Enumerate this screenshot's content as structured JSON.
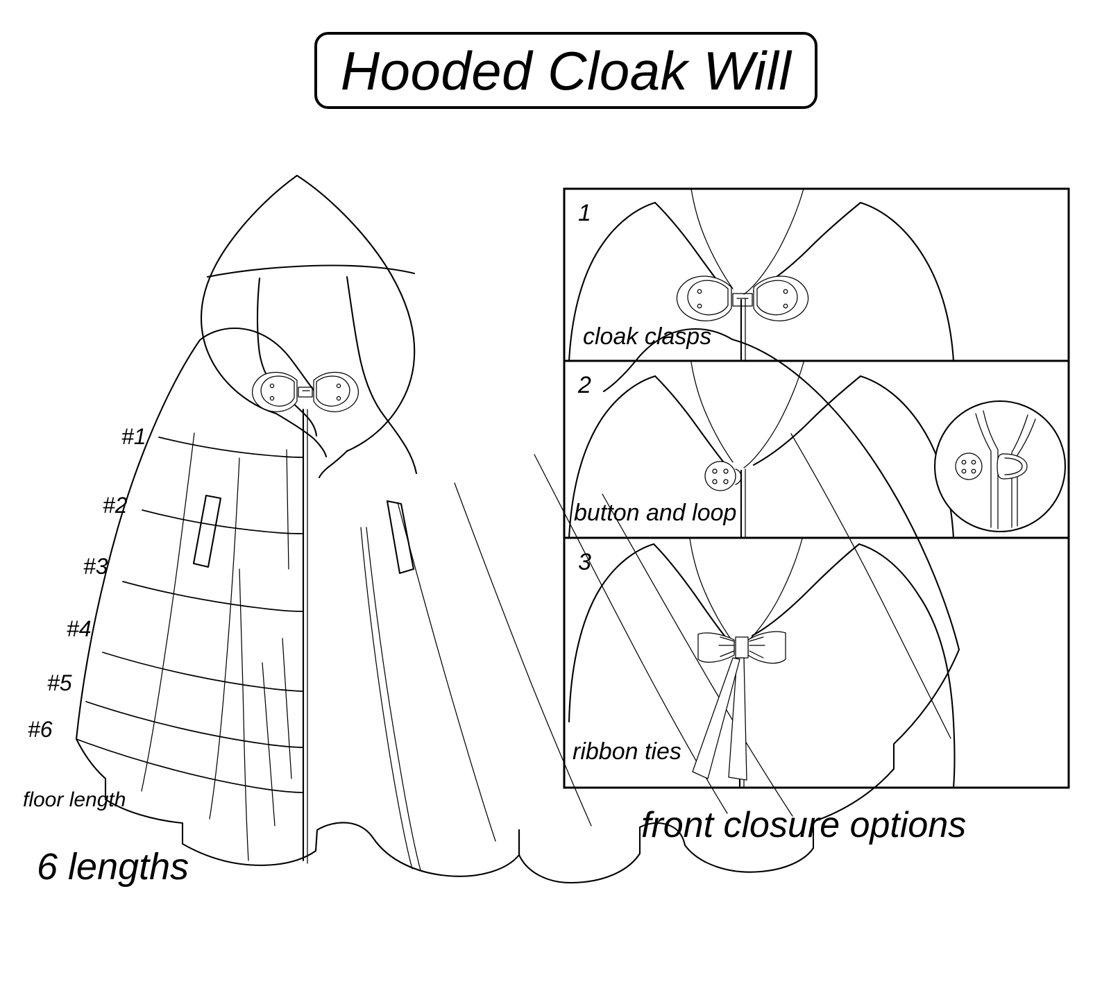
{
  "title": {
    "text": "Hooded Cloak Will"
  },
  "main_illustration": {
    "name": "hooded-cloak-technical-flat",
    "length_labels": [
      {
        "id": "1",
        "text": "#1"
      },
      {
        "id": "2",
        "text": "#2"
      },
      {
        "id": "3",
        "text": "#3"
      },
      {
        "id": "4",
        "text": "#4"
      },
      {
        "id": "5",
        "text": "#5"
      },
      {
        "id": "6",
        "text": "#6"
      }
    ],
    "floor_length_label": "floor length",
    "caption": "6 lengths",
    "features": [
      "pointed-hood",
      "cloak-clasp-closure",
      "welt-pocket-slit-left",
      "welt-pocket-slit-right",
      "center-front-opening",
      "scalloped-hem"
    ]
  },
  "closure_options": {
    "caption": "front closure options",
    "panels": [
      {
        "number": "1",
        "label": "cloak clasps",
        "icon": "cloak-clasp-icon",
        "has_detail_inset": false
      },
      {
        "number": "2",
        "label": "button and loop",
        "icon": "button-loop-icon",
        "has_detail_inset": true,
        "detail_inset_name": "button-and-loop-detail-circle"
      },
      {
        "number": "3",
        "label": "ribbon ties",
        "icon": "ribbon-bow-icon",
        "has_detail_inset": false
      }
    ]
  },
  "colors": {
    "ink": "#000000",
    "paper": "#ffffff"
  }
}
